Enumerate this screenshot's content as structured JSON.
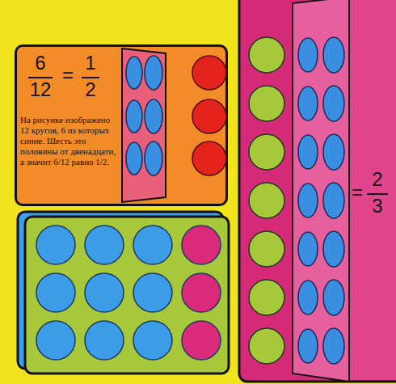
{
  "diagram": {
    "nodes": [
      {
        "text": [
          "6",
          "12",
          "=",
          "1",
          "2",
          "На рисунке изображено 12 кругов, 6 из которых синие. Шесть это половины от двенадцати, а значит 6/12 равно 1/2."
        ]
      },
      {
        "text": [
          "=",
          "2",
          "3"
        ]
      }
    ]
  }
}
